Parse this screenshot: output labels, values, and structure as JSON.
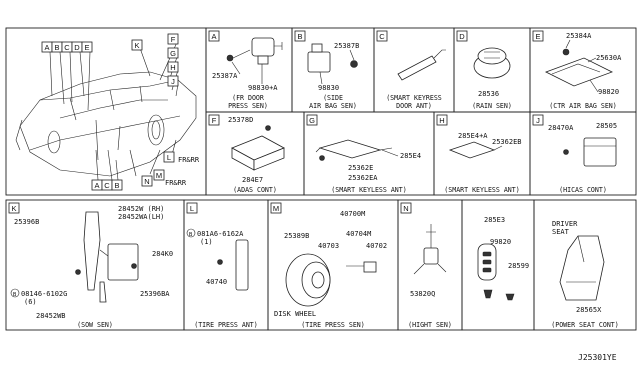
{
  "vehicle_tags": [
    "A",
    "B",
    "C",
    "D",
    "E",
    "F",
    "G",
    "H",
    "J",
    "K",
    "L",
    "M",
    "N"
  ],
  "vehicle_notes": {
    "fr_rr_1": "FR&RR",
    "fr_rr_2": "FR&RR"
  },
  "panels": {
    "A": {
      "tag": "A",
      "parts": [
        "25387A",
        "98830+A"
      ],
      "caption": [
        "(FR DOOR",
        "PRESS SEN)"
      ]
    },
    "B": {
      "tag": "B",
      "parts": [
        "25387B",
        "98830"
      ],
      "caption": [
        "(SIDE",
        "AIR BAG SEN)"
      ]
    },
    "C": {
      "tag": "C",
      "parts": [],
      "caption": [
        "(SMART KEYRESS",
        "DOOR ANT)"
      ]
    },
    "D": {
      "tag": "D",
      "parts": [
        "28536"
      ],
      "caption": [
        "(RAIN SEN)"
      ]
    },
    "E": {
      "tag": "E",
      "parts": [
        "25384A",
        "25630A",
        "98820"
      ],
      "caption": [
        "(CTR AIR BAG SEN)"
      ]
    },
    "F": {
      "tag": "F",
      "parts": [
        "25378D",
        "284E7"
      ],
      "caption": [
        "(ADAS CONT)"
      ]
    },
    "G": {
      "tag": "G",
      "parts": [
        "285E4",
        "25362E",
        "25362EA"
      ],
      "caption": [
        "(SMART KEYLESS ANT)"
      ]
    },
    "H": {
      "tag": "H",
      "parts": [
        "285E4+A",
        "25362EB"
      ],
      "caption": [
        "(SMART KEYLESS ANT)"
      ]
    },
    "J": {
      "tag": "J",
      "parts": [
        "28470A",
        "28505"
      ],
      "caption": [
        "(HICAS CONT)"
      ]
    },
    "K": {
      "tag": "K",
      "parts": [
        "25396B",
        "28452W (RH)",
        "28452WA(LH)",
        "284K0",
        "08146-6102G",
        "(6)",
        "25396BA",
        "28452WB"
      ],
      "caption": [
        "(SOW SEN)"
      ]
    },
    "L": {
      "tag": "L",
      "parts": [
        "081A6-6162A",
        "(1)",
        "40740"
      ],
      "caption": [
        "(TIRE PRESS ANT)"
      ]
    },
    "M": {
      "tag": "M",
      "parts": [
        "25389B",
        "40700M",
        "40704M",
        "40703",
        "40702",
        "DISK WHEEL"
      ],
      "caption": [
        "(TIRE PRESS SEN)"
      ]
    },
    "N": {
      "tag": "N",
      "parts": [
        "53820Q"
      ],
      "caption": [
        "(HIGHT SEN)"
      ]
    },
    "P": {
      "parts": [
        "285E3",
        "99820",
        "28599"
      ]
    },
    "Q": {
      "parts": [
        "DRIVER",
        "SEAT",
        "28565X"
      ],
      "caption": [
        "(POWER SEAT CONT)"
      ]
    }
  },
  "diagram_code": "J25301YE"
}
